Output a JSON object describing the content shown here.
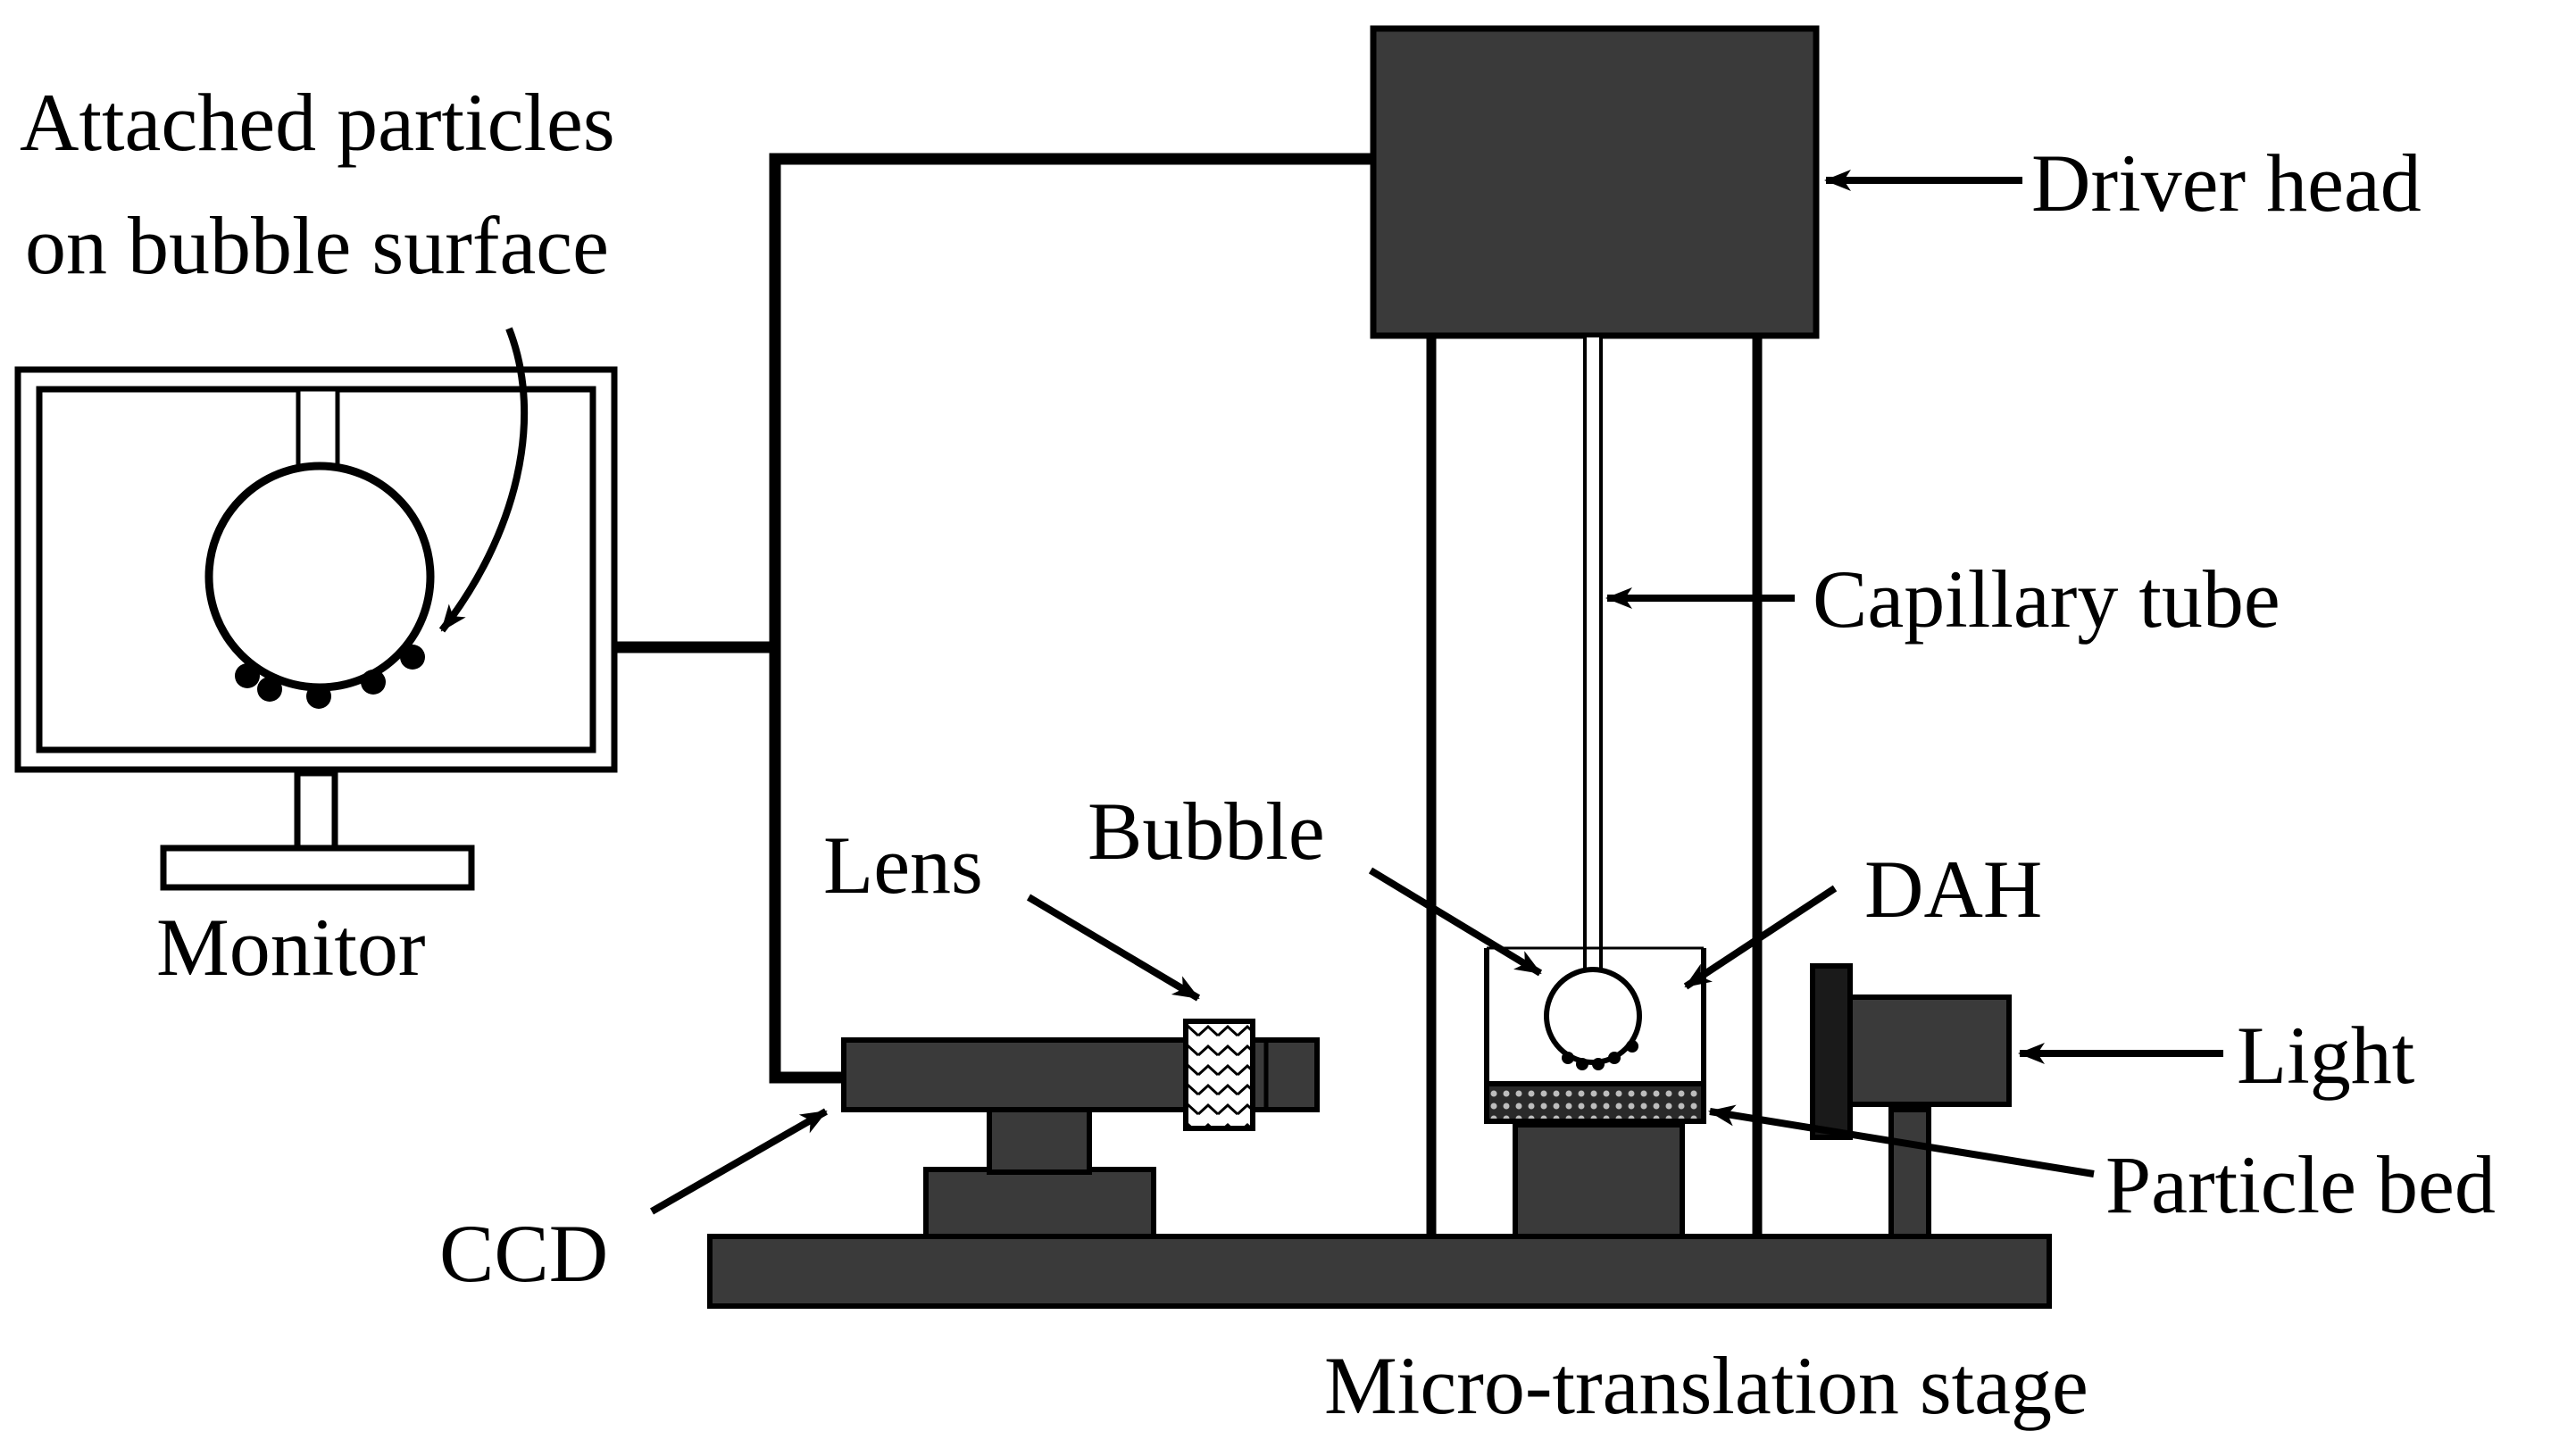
{
  "labels": {
    "attached_particles": "Attached particles",
    "on_bubble_surface": "on bubble surface",
    "monitor": "Monitor",
    "driver_head": "Driver head",
    "capillary_tube": "Capillary tube",
    "bubble": "Bubble",
    "lens": "Lens",
    "dah": "DAH",
    "light": "Light",
    "particle_bed": "Particle bed",
    "ccd": "CCD",
    "stage": "Micro-translation stage"
  },
  "colors": {
    "dark_fill": "#3a3a3a",
    "stroke": "#000000",
    "background": "#ffffff"
  }
}
